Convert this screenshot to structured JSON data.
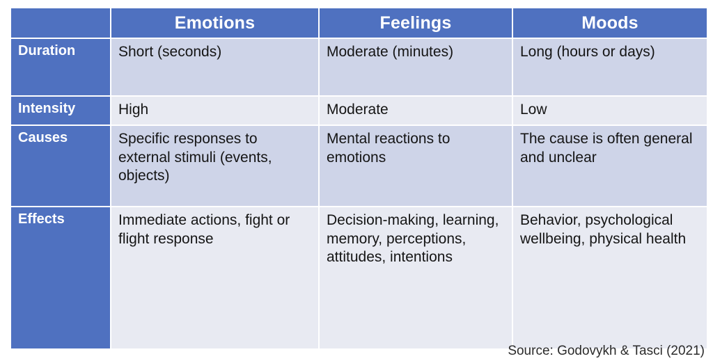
{
  "table": {
    "columns": [
      "",
      "Emotions",
      "Feelings",
      "Moods"
    ],
    "rows": [
      {
        "label": "Duration",
        "cells": [
          "Short (seconds)",
          "Moderate (minutes)",
          "Long (hours or days)"
        ]
      },
      {
        "label": "Intensity",
        "cells": [
          "High",
          "Moderate",
          "Low"
        ]
      },
      {
        "label": "Causes",
        "cells": [
          "Specific responses to external stimuli (events, objects)",
          "Mental reactions to emotions",
          "The cause is often general and unclear"
        ]
      },
      {
        "label": "Effects",
        "cells": [
          "Immediate actions, fight or flight response",
          "Decision-making, learning, memory, perceptions, attitudes, intentions",
          "Behavior, psychological wellbeing, physical health"
        ]
      }
    ]
  },
  "source": "Source: Godovykh & Tasci (2021)",
  "colors": {
    "header_blue": "#4f71c0",
    "band_dark": "#ced4e8",
    "band_light": "#e8eaf2",
    "header_text": "#ffffff",
    "body_text": "#151515",
    "page_background": "#ffffff"
  }
}
